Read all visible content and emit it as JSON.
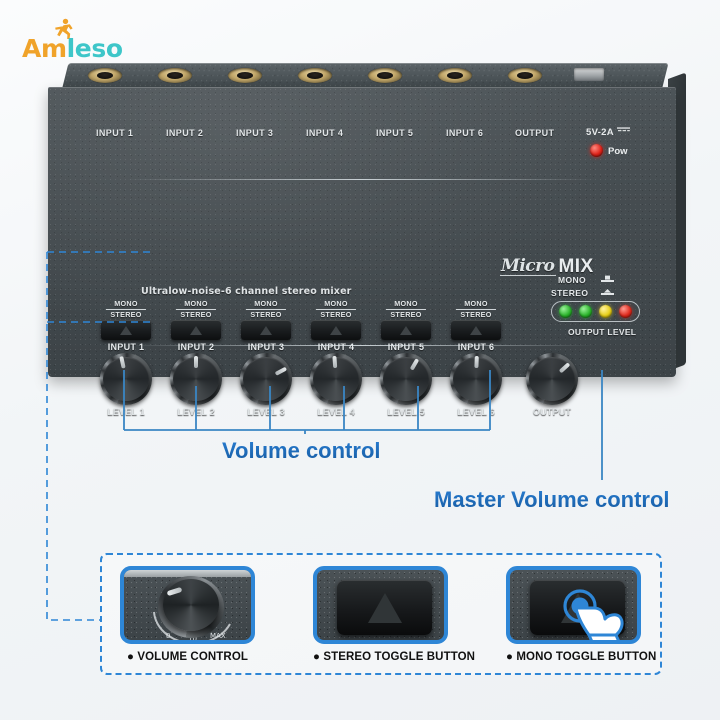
{
  "brand": {
    "name_part1": "Am",
    "name_part2": "leso",
    "runner_icon": "running-man-icon"
  },
  "device": {
    "product_logo_script": "Micro",
    "product_logo_bold": "MIX",
    "tagline": "Ultralow-noise-6 channel stereo mixer",
    "jack_labels": [
      "INPUT 1",
      "INPUT 2",
      "INPUT 3",
      "INPUT 4",
      "INPUT 5",
      "INPUT 6",
      "OUTPUT"
    ],
    "power": {
      "rating": "5V-2A",
      "dc_symbol": "dc-symbol-icon",
      "led_label": "Pow",
      "led_color": "#e02219"
    },
    "channels": [
      {
        "mono": "MONO",
        "stereo": "STEREO",
        "button": "INPUT 1",
        "knob": "LEVEL 1"
      },
      {
        "mono": "MONO",
        "stereo": "STEREO",
        "button": "INPUT 2",
        "knob": "LEVEL 2"
      },
      {
        "mono": "MONO",
        "stereo": "STEREO",
        "button": "INPUT 3",
        "knob": "LEVEL 3"
      },
      {
        "mono": "MONO",
        "stereo": "STEREO",
        "button": "INPUT 4",
        "knob": "LEVEL 4"
      },
      {
        "mono": "MONO",
        "stereo": "STEREO",
        "button": "INPUT 5",
        "knob": "LEVEL 5"
      },
      {
        "mono": "MONO",
        "stereo": "STEREO",
        "button": "INPUT 6",
        "knob": "LEVEL 6"
      }
    ],
    "master": {
      "knob": "OUTPUT"
    },
    "indicators": {
      "mono_label": "MONO",
      "stereo_label": "STEREO",
      "output_level_label": "OUTPUT LEVEL",
      "leds": [
        {
          "name": "led-green-1",
          "color": "#2bb52b"
        },
        {
          "name": "led-green-2",
          "color": "#2bb52b"
        },
        {
          "name": "led-yellow",
          "color": "#e8cf17"
        },
        {
          "name": "led-red",
          "color": "#e02a1d"
        }
      ]
    }
  },
  "annotations": {
    "volume_control": "Volume control",
    "master_volume_control": "Master Volume control",
    "accent_color": "#2e86d6",
    "text_color": "#15599f"
  },
  "detail_panel": {
    "cards": [
      {
        "caption": "VOLUME CONTROL",
        "bullet": "●",
        "image": "knob-closeup"
      },
      {
        "caption": "STEREO TOGGLE BUTTON",
        "bullet": "●",
        "image": "toggle-button-closeup"
      },
      {
        "caption": "MONO TOGGLE BUTTON",
        "bullet": "●",
        "image": "toggle-button-pressed-closeup"
      }
    ]
  }
}
